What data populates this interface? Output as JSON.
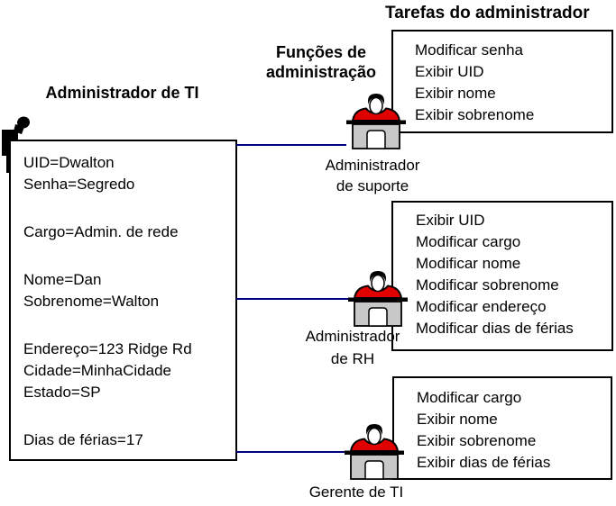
{
  "titles": {
    "tasks": "Tarefas do administrador",
    "functions": [
      "Funções de",
      "administração"
    ],
    "it_admin": "Administrador de TI"
  },
  "user_box": {
    "groups": [
      [
        "UID=Dwalton",
        "Senha=Segredo"
      ],
      [
        "Cargo=Admin. de rede"
      ],
      [
        "Nome=Dan",
        "Sobrenome=Walton"
      ],
      [
        "Endereço=123 Ridge Rd",
        "Cidade=MinhaCidade",
        "Estado=SP"
      ],
      [
        "Dias de férias=17"
      ]
    ]
  },
  "admins": [
    {
      "label_lines": [
        "Administrador",
        "de suporte"
      ],
      "tasks": [
        "Modificar senha",
        "Exibir UID",
        "Exibir nome",
        "Exibir sobrenome"
      ]
    },
    {
      "label_lines": [
        "Administrador",
        "de RH"
      ],
      "tasks": [
        "Exibir UID",
        "Modificar cargo",
        "Modificar nome",
        "Modificar sobrenome",
        "Modificar endereço",
        "Modificar dias de férias"
      ]
    },
    {
      "label_lines": [
        "Gerente de TI"
      ],
      "tasks": [
        "Modificar cargo",
        "Exibir nome",
        "Exibir sobrenome",
        "Exibir dias de férias"
      ]
    }
  ],
  "colors": {
    "connector": "#000080",
    "shirt": "#E00000",
    "desk": "#C8C8C8",
    "outline": "#000000"
  }
}
